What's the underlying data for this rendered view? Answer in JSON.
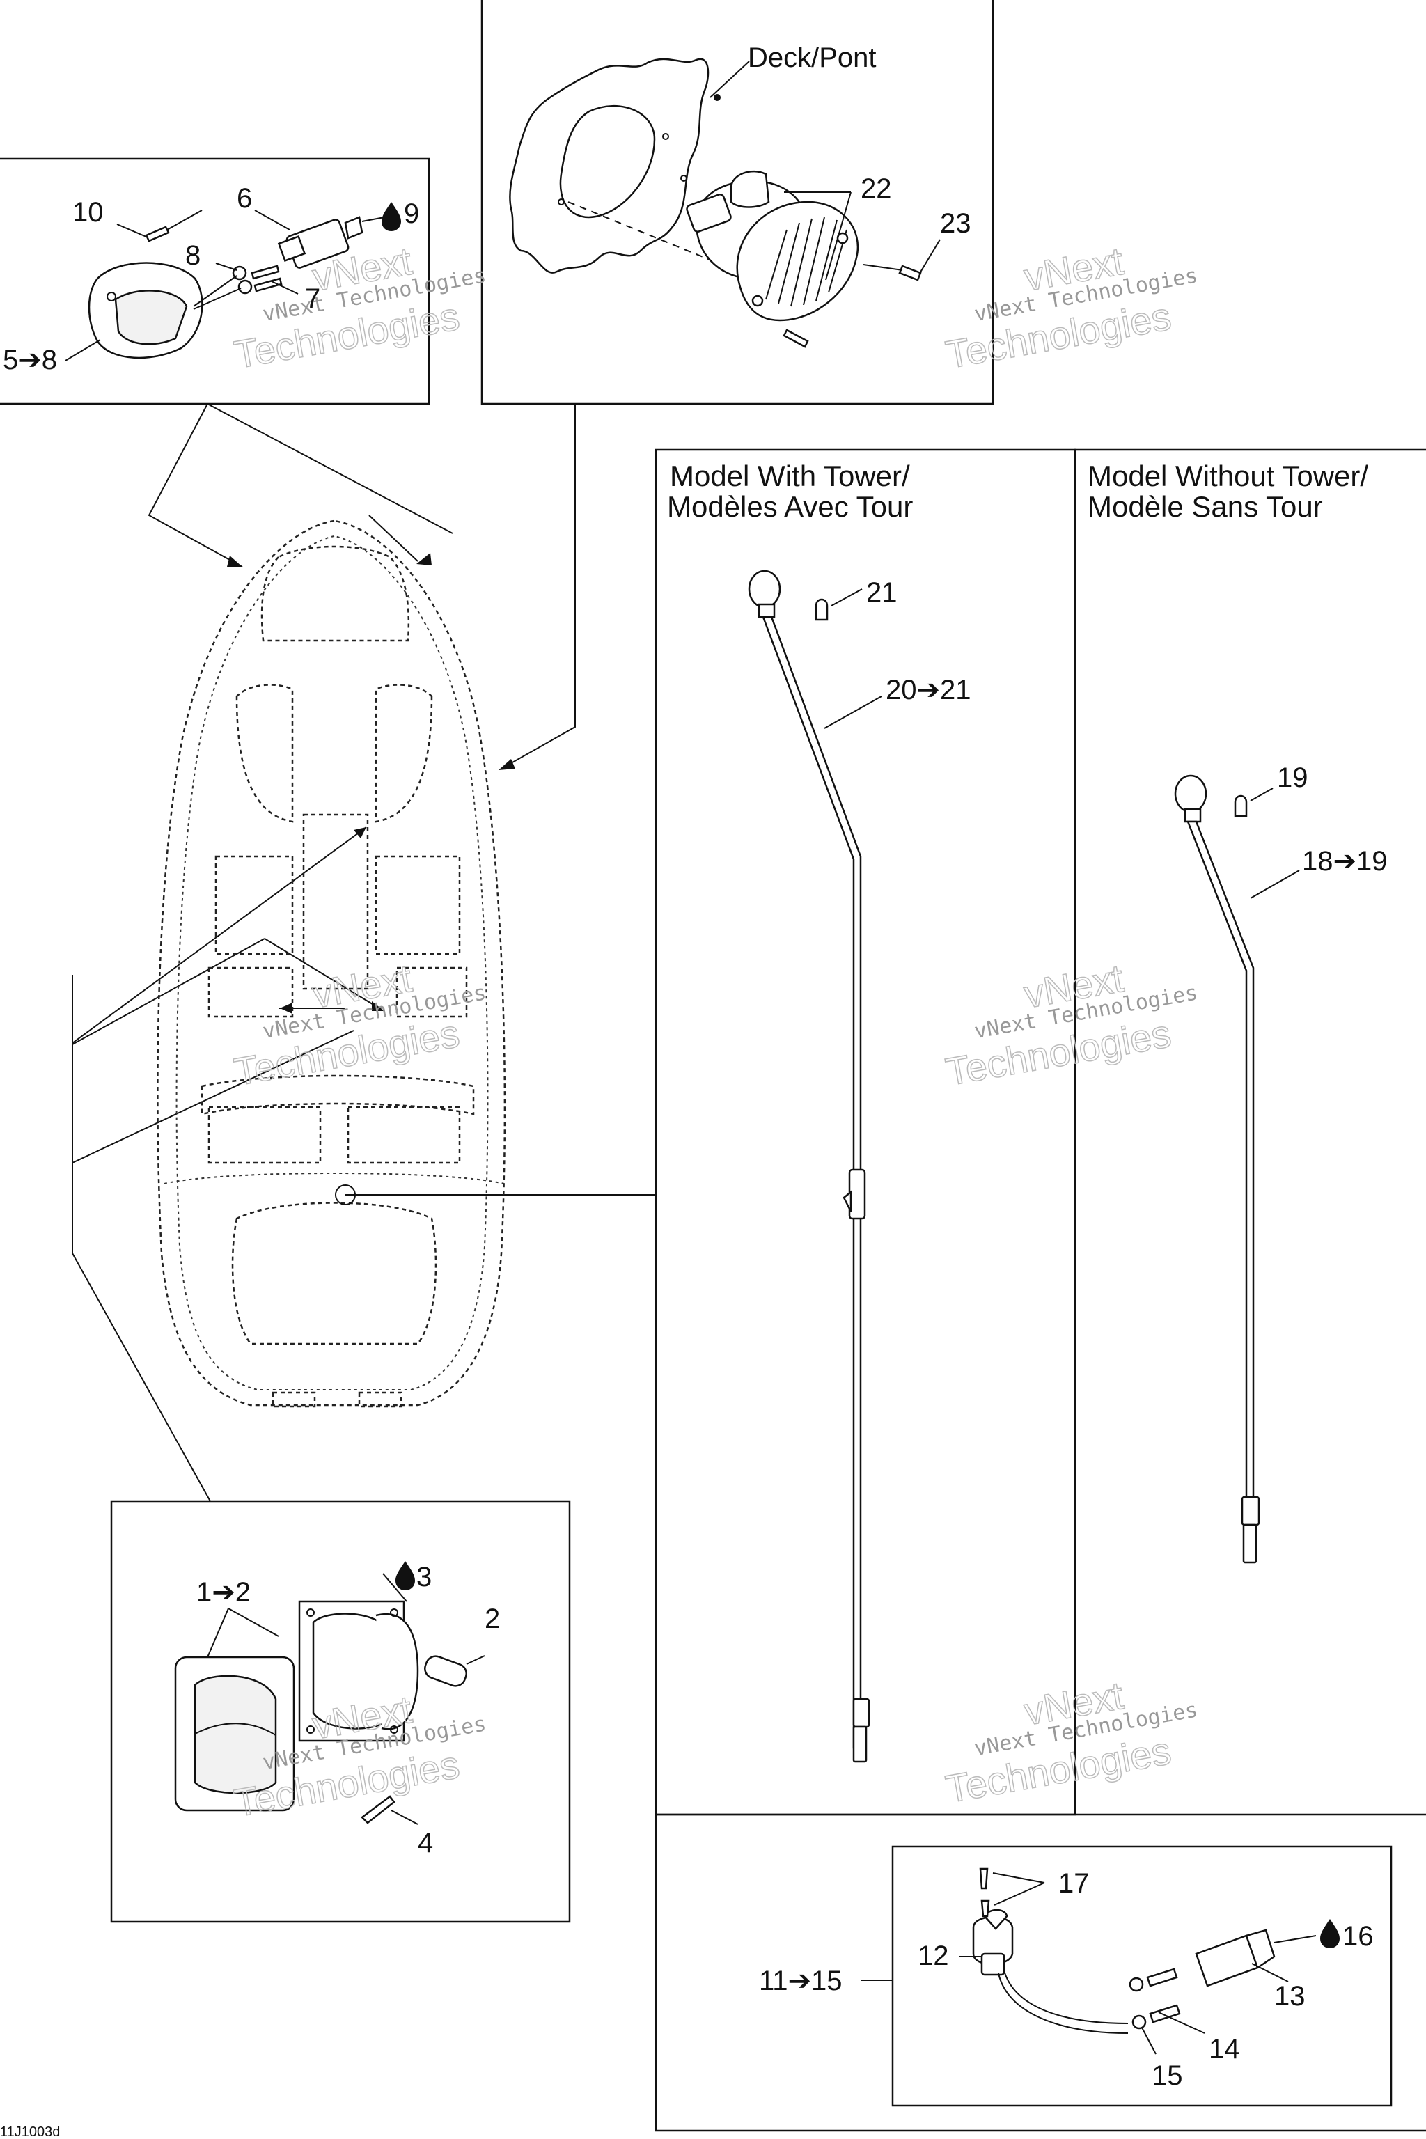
{
  "labels": {
    "deck": "Deck/Pont",
    "p22": "22",
    "p23": "23",
    "p10": "10",
    "p6": "6",
    "p9": "9",
    "p8": "8",
    "p7": "7",
    "p5_8": "5➔8",
    "p21": "21",
    "p20_21": "20➔21",
    "p19": "19",
    "p18_19": "18➔19",
    "p1_2": "1➔2",
    "p3": "3",
    "p2": "2",
    "p4": "4",
    "p17": "17",
    "p16": "16",
    "p12": "12",
    "p11_15": "11➔15",
    "p13": "13",
    "p14": "14",
    "p15": "15"
  },
  "titles": {
    "with_tower_line1": "Model With Tower/",
    "with_tower_line2": "Modèles Avec Tour",
    "without_tower_line1": "Model Without Tower/",
    "without_tower_line2": "Modèle Sans Tour"
  },
  "figure_id": "11J1003d",
  "watermark": {
    "line1": "vNext Technologies",
    "line2": "vNext",
    "line3": "Technologies"
  },
  "icons": {
    "droplet": "lubricant-droplet-icon",
    "arrow": "right-arrow-icon"
  }
}
